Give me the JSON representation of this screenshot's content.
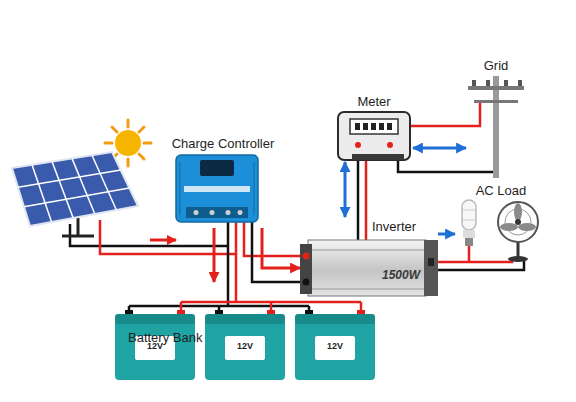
{
  "diagram": {
    "nodes": [
      {
        "text": [
          "Grid"
        ]
      },
      {
        "text": [
          "Meter"
        ]
      },
      {
        "text": [
          "Charge Controller"
        ]
      },
      {
        "text": [
          "AC Load"
        ]
      },
      {
        "text": [
          "Inverter"
        ]
      },
      {
        "text": [
          "Battery Bank"
        ]
      },
      {
        "text": [
          "12V"
        ],
        "in": 5
      },
      {
        "text": [
          "12V"
        ],
        "in": 5
      },
      {
        "text": [
          "12V"
        ],
        "in": 5
      }
    ],
    "edges": [
      {
        "from": 2,
        "to": 5,
        "arrow": "to"
      },
      {
        "from": 2,
        "to": 4,
        "arrow": "to"
      },
      {
        "from": 4,
        "to": 1,
        "arrow": "both"
      },
      {
        "from": 1,
        "to": 0,
        "arrow": "both"
      },
      {
        "from": 4,
        "to": 3,
        "arrow": "to"
      }
    ],
    "labels": [
      "1500W"
    ]
  }
}
